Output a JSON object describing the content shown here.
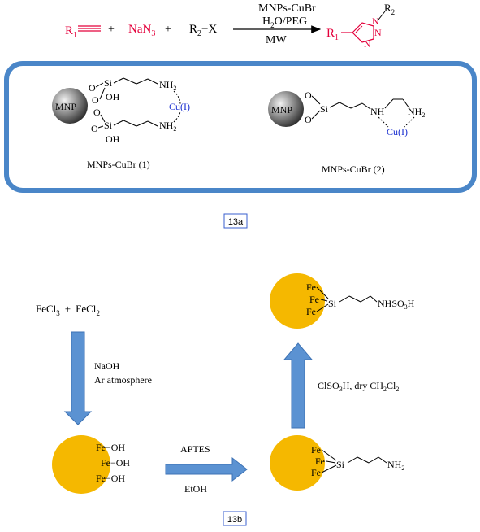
{
  "reaction": {
    "alkyne_r": "R",
    "alkyne_sub": "1",
    "plus1": "+",
    "azide_base": "NaN",
    "azide_sub": "3",
    "plus2": "+",
    "halide_r": "R",
    "halide_sub": "2",
    "halide_x": "−X",
    "catalyst": "MNPs-CuBr",
    "solvent_h": "H",
    "solvent_sub": "2",
    "solvent_rest": "O/PEG",
    "condition": "MW",
    "product_r1": "R",
    "product_r1_sub": "1",
    "product_n": "N",
    "product_r2": "R",
    "product_r2_sub": "2"
  },
  "catalysts": {
    "mnp_label": "MNP",
    "o": "O",
    "si": "Si",
    "oh": "OH",
    "nh2": "NH",
    "nh2_sub": "2",
    "nh": "NH",
    "cu": "Cu(I)",
    "name1": "MNPs-CuBr (1)",
    "name2": "MNPs-CuBr (2)"
  },
  "labels": {
    "a": "13a",
    "b": "13b"
  },
  "scheme_b": {
    "start_a": "FeCl",
    "start_a_sub": "3",
    "plus": "+",
    "start_b": "FeCl",
    "start_b_sub": "2",
    "step1_a": "NaOH",
    "step1_b": "Ar atmosphere",
    "fe_oh": "Fe−OH",
    "step2_a": "APTES",
    "step2_b": "EtOH",
    "fe": "Fe",
    "si": "Si",
    "nh2": "NH",
    "nh2_sub": "2",
    "step3_a": "ClSO",
    "step3_a_sub": "3",
    "step3_b": "H, dry CH",
    "step3_b_sub1": "2",
    "step3_c": "Cl",
    "step3_c_sub2": "2",
    "nhso3h_a": "NHSO",
    "nhso3h_sub": "3",
    "nhso3h_b": "H"
  },
  "colors": {
    "red": "#e4003b",
    "blue_text": "#1a2fd0",
    "panel_border": "#4a86c8",
    "arrow_blue": "#5b92d2",
    "sphere_gold": "#f5b800",
    "label_border": "#3a5fcf"
  }
}
